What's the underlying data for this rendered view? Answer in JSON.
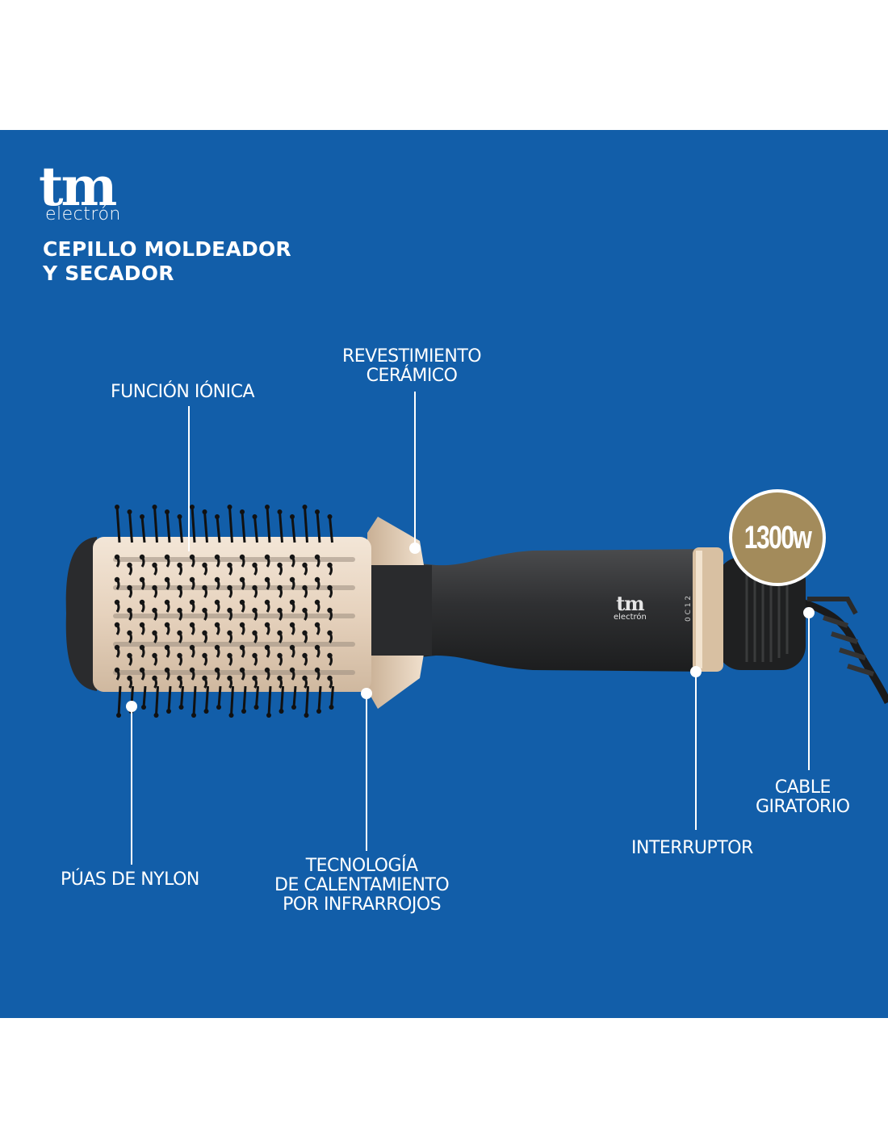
{
  "brand": {
    "logo_main": "tm",
    "logo_sub": "electrón"
  },
  "product_title": {
    "line1": "CEPILLO MOLDEADOR",
    "line2": "Y SECADOR"
  },
  "badge": {
    "power": "1300w"
  },
  "device": {
    "handle_logo_main": "tm",
    "handle_logo_sub": "electrón",
    "switch_text": "0 C 1 2"
  },
  "callouts": {
    "ionic": "FUNCIÓN IÓNICA",
    "ceramic": [
      "REVESTIMIENTO",
      "CERÁMICO"
    ],
    "bristles": "PÚAS DE NYLON",
    "infrared": [
      "TECNOLOGÍA",
      "DE CALENTAMIENTO",
      "POR INFRARROJOS"
    ],
    "switch": "INTERRUPTOR",
    "cable": [
      "CABLE",
      "GIRATORIO"
    ]
  },
  "colors": {
    "background": "#125ea9",
    "brush_barrel": "#e9d8c6",
    "handle": "#2e2f31",
    "accent_gold": "#a38b5b"
  }
}
